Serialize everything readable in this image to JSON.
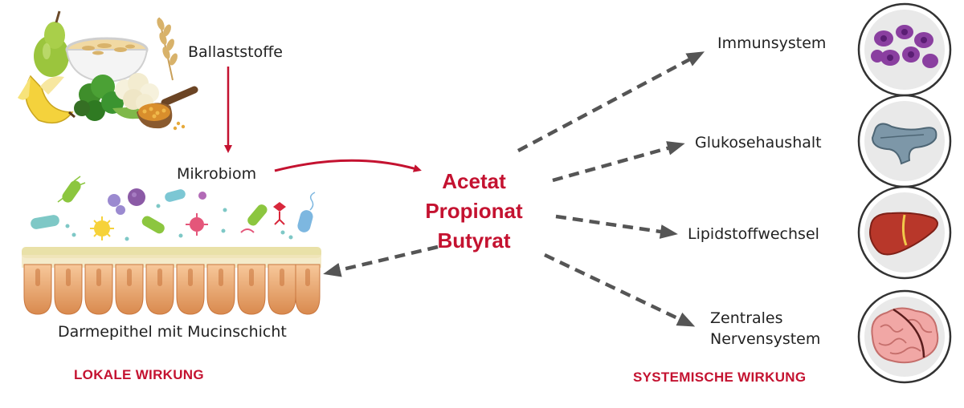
{
  "food_label": "Ballaststoffe",
  "microbiome_label": "Mikrobiom",
  "epithelium_label": "Darmepithel mit Mucinschicht",
  "scfa": [
    "Acetat",
    "Propionat",
    "Butyrat"
  ],
  "local_effect": "LOKALE WIRKUNG",
  "systemic_effect": "SYSTEMISCHE WIRKUNG",
  "targets": [
    {
      "label": "Immunsystem",
      "icon": "immune-cells-icon"
    },
    {
      "label": "Glukosehaushalt",
      "icon": "pancreas-icon"
    },
    {
      "label": "Lipidstoffwechsel",
      "icon": "liver-icon"
    },
    {
      "label_lines": [
        "Zentrales",
        "Nervensystem"
      ],
      "icon": "brain-icon"
    }
  ],
  "colors": {
    "accent_red": "#c41230",
    "dashed_arrow": "#555555",
    "circle_border": "#333333",
    "icon_bg": "#e9e9e9"
  }
}
